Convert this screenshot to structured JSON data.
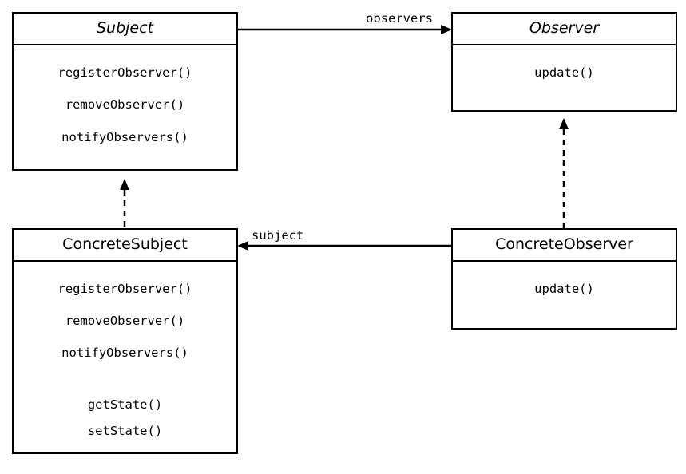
{
  "classes": {
    "subject": {
      "name": "Subject",
      "abstract": true,
      "methods": [
        "registerObserver()",
        "removeObserver()",
        "notifyObservers()"
      ]
    },
    "observer": {
      "name": "Observer",
      "abstract": true,
      "methods": [
        "update()"
      ]
    },
    "concrete_subject": {
      "name": "ConcreteSubject",
      "abstract": false,
      "methods": [
        "registerObserver()",
        "removeObserver()",
        "notifyObservers()",
        "getState()",
        "setState()"
      ]
    },
    "concrete_observer": {
      "name": "ConcreteObserver",
      "abstract": false,
      "methods": [
        "update()"
      ]
    }
  },
  "relations": {
    "observers_label": "observers",
    "subject_label": "subject"
  }
}
